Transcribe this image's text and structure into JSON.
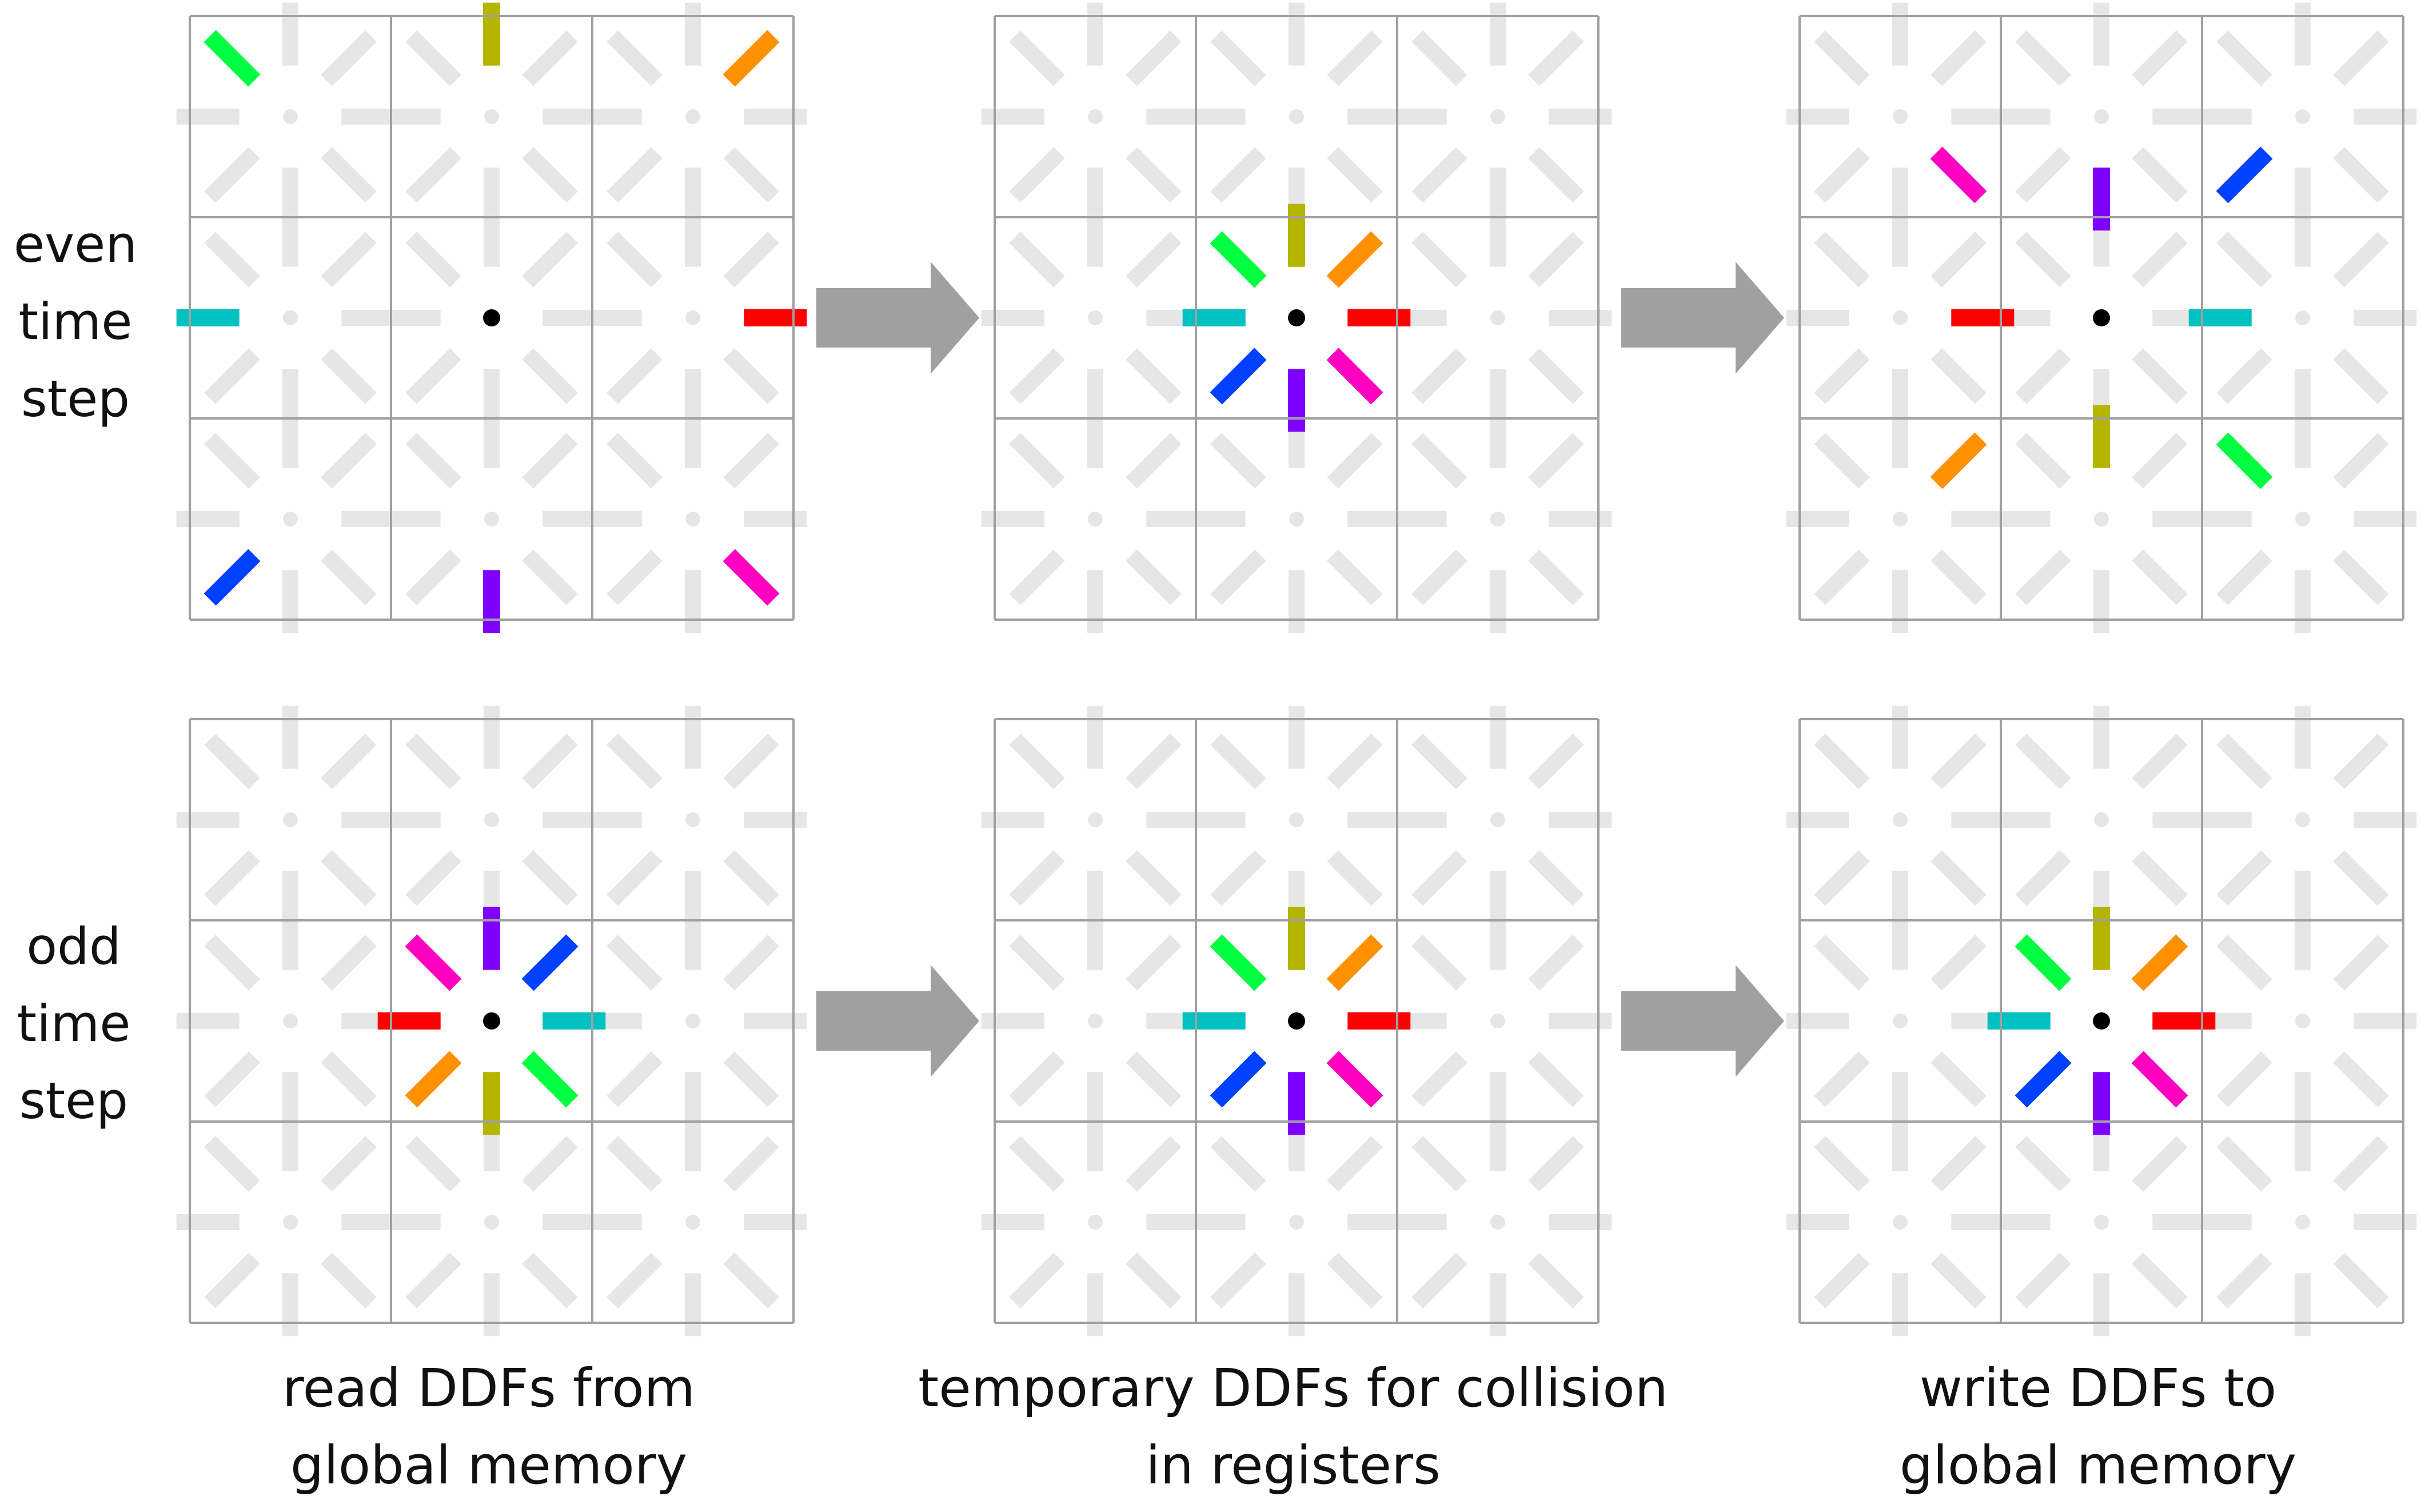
{
  "rows": [
    {
      "label_lines": [
        "even",
        "time",
        "step"
      ],
      "panels": [
        {
          "kind": "pull"
        },
        {
          "kind": "center",
          "center_layout": "normal"
        },
        {
          "kind": "push-even"
        }
      ]
    },
    {
      "label_lines": [
        "odd",
        "time",
        "step"
      ],
      "panels": [
        {
          "kind": "center",
          "center_layout": "swapped"
        },
        {
          "kind": "center",
          "center_layout": "normal"
        },
        {
          "kind": "center",
          "center_layout": "normal"
        }
      ]
    }
  ],
  "captions": [
    [
      "read DDFs from",
      "global memory"
    ],
    [
      "temporary DDFs for collision",
      "in registers"
    ],
    [
      "write DDFs to",
      "global memory"
    ]
  ],
  "colors": {
    "E": "#ff0000",
    "W": "#00c0c0",
    "N": "#b5b500",
    "S": "#8000ff",
    "NE": "#ff9000",
    "NW": "#00ff40",
    "SE": "#ff00c0",
    "SW": "#0040ff",
    "grid_line": "#a0a0a0",
    "ghost": "#e6e6e6",
    "center_dot": "#000000",
    "arrow": "#a0a0a0"
  }
}
